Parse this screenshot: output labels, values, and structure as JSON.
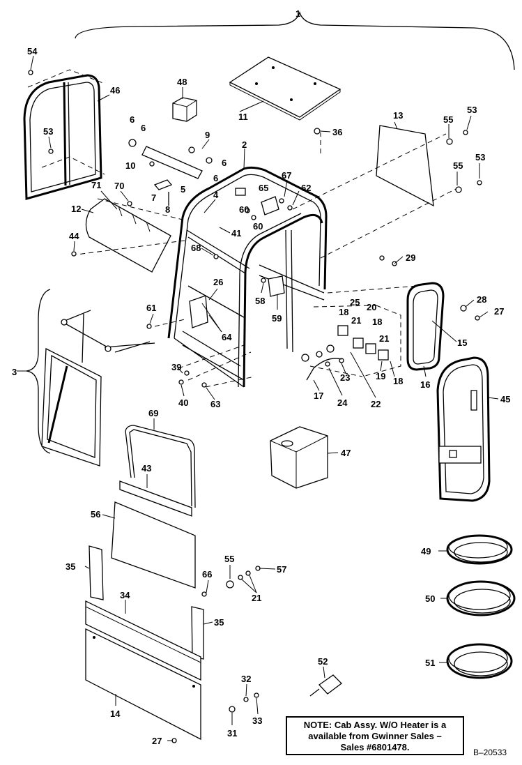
{
  "callouts": [
    "1",
    "54",
    "46",
    "53",
    "48",
    "11",
    "36",
    "13",
    "55",
    "53",
    "55",
    "53",
    "6",
    "6",
    "9",
    "6",
    "10",
    "5",
    "6",
    "7",
    "8",
    "2",
    "67",
    "65",
    "62",
    "71",
    "70",
    "12",
    "4",
    "60",
    "60",
    "41",
    "44",
    "68",
    "29",
    "26",
    "58",
    "59",
    "25",
    "28",
    "27",
    "61",
    "18",
    "20",
    "21",
    "18",
    "21",
    "64",
    "15",
    "3",
    "39",
    "40",
    "63",
    "23",
    "19",
    "18",
    "17",
    "24",
    "22",
    "16",
    "45",
    "69",
    "47",
    "43",
    "56",
    "49",
    "55",
    "57",
    "35",
    "66",
    "21",
    "50",
    "34",
    "35",
    "51",
    "52",
    "14",
    "32",
    "33",
    "27",
    "31"
  ],
  "note": {
    "line1": "NOTE: Cab Assy. W/O Heater is a",
    "line2": "available from Gwinner  Sales –",
    "line3": "Sales #6801478."
  },
  "reference_code": "B–20533"
}
